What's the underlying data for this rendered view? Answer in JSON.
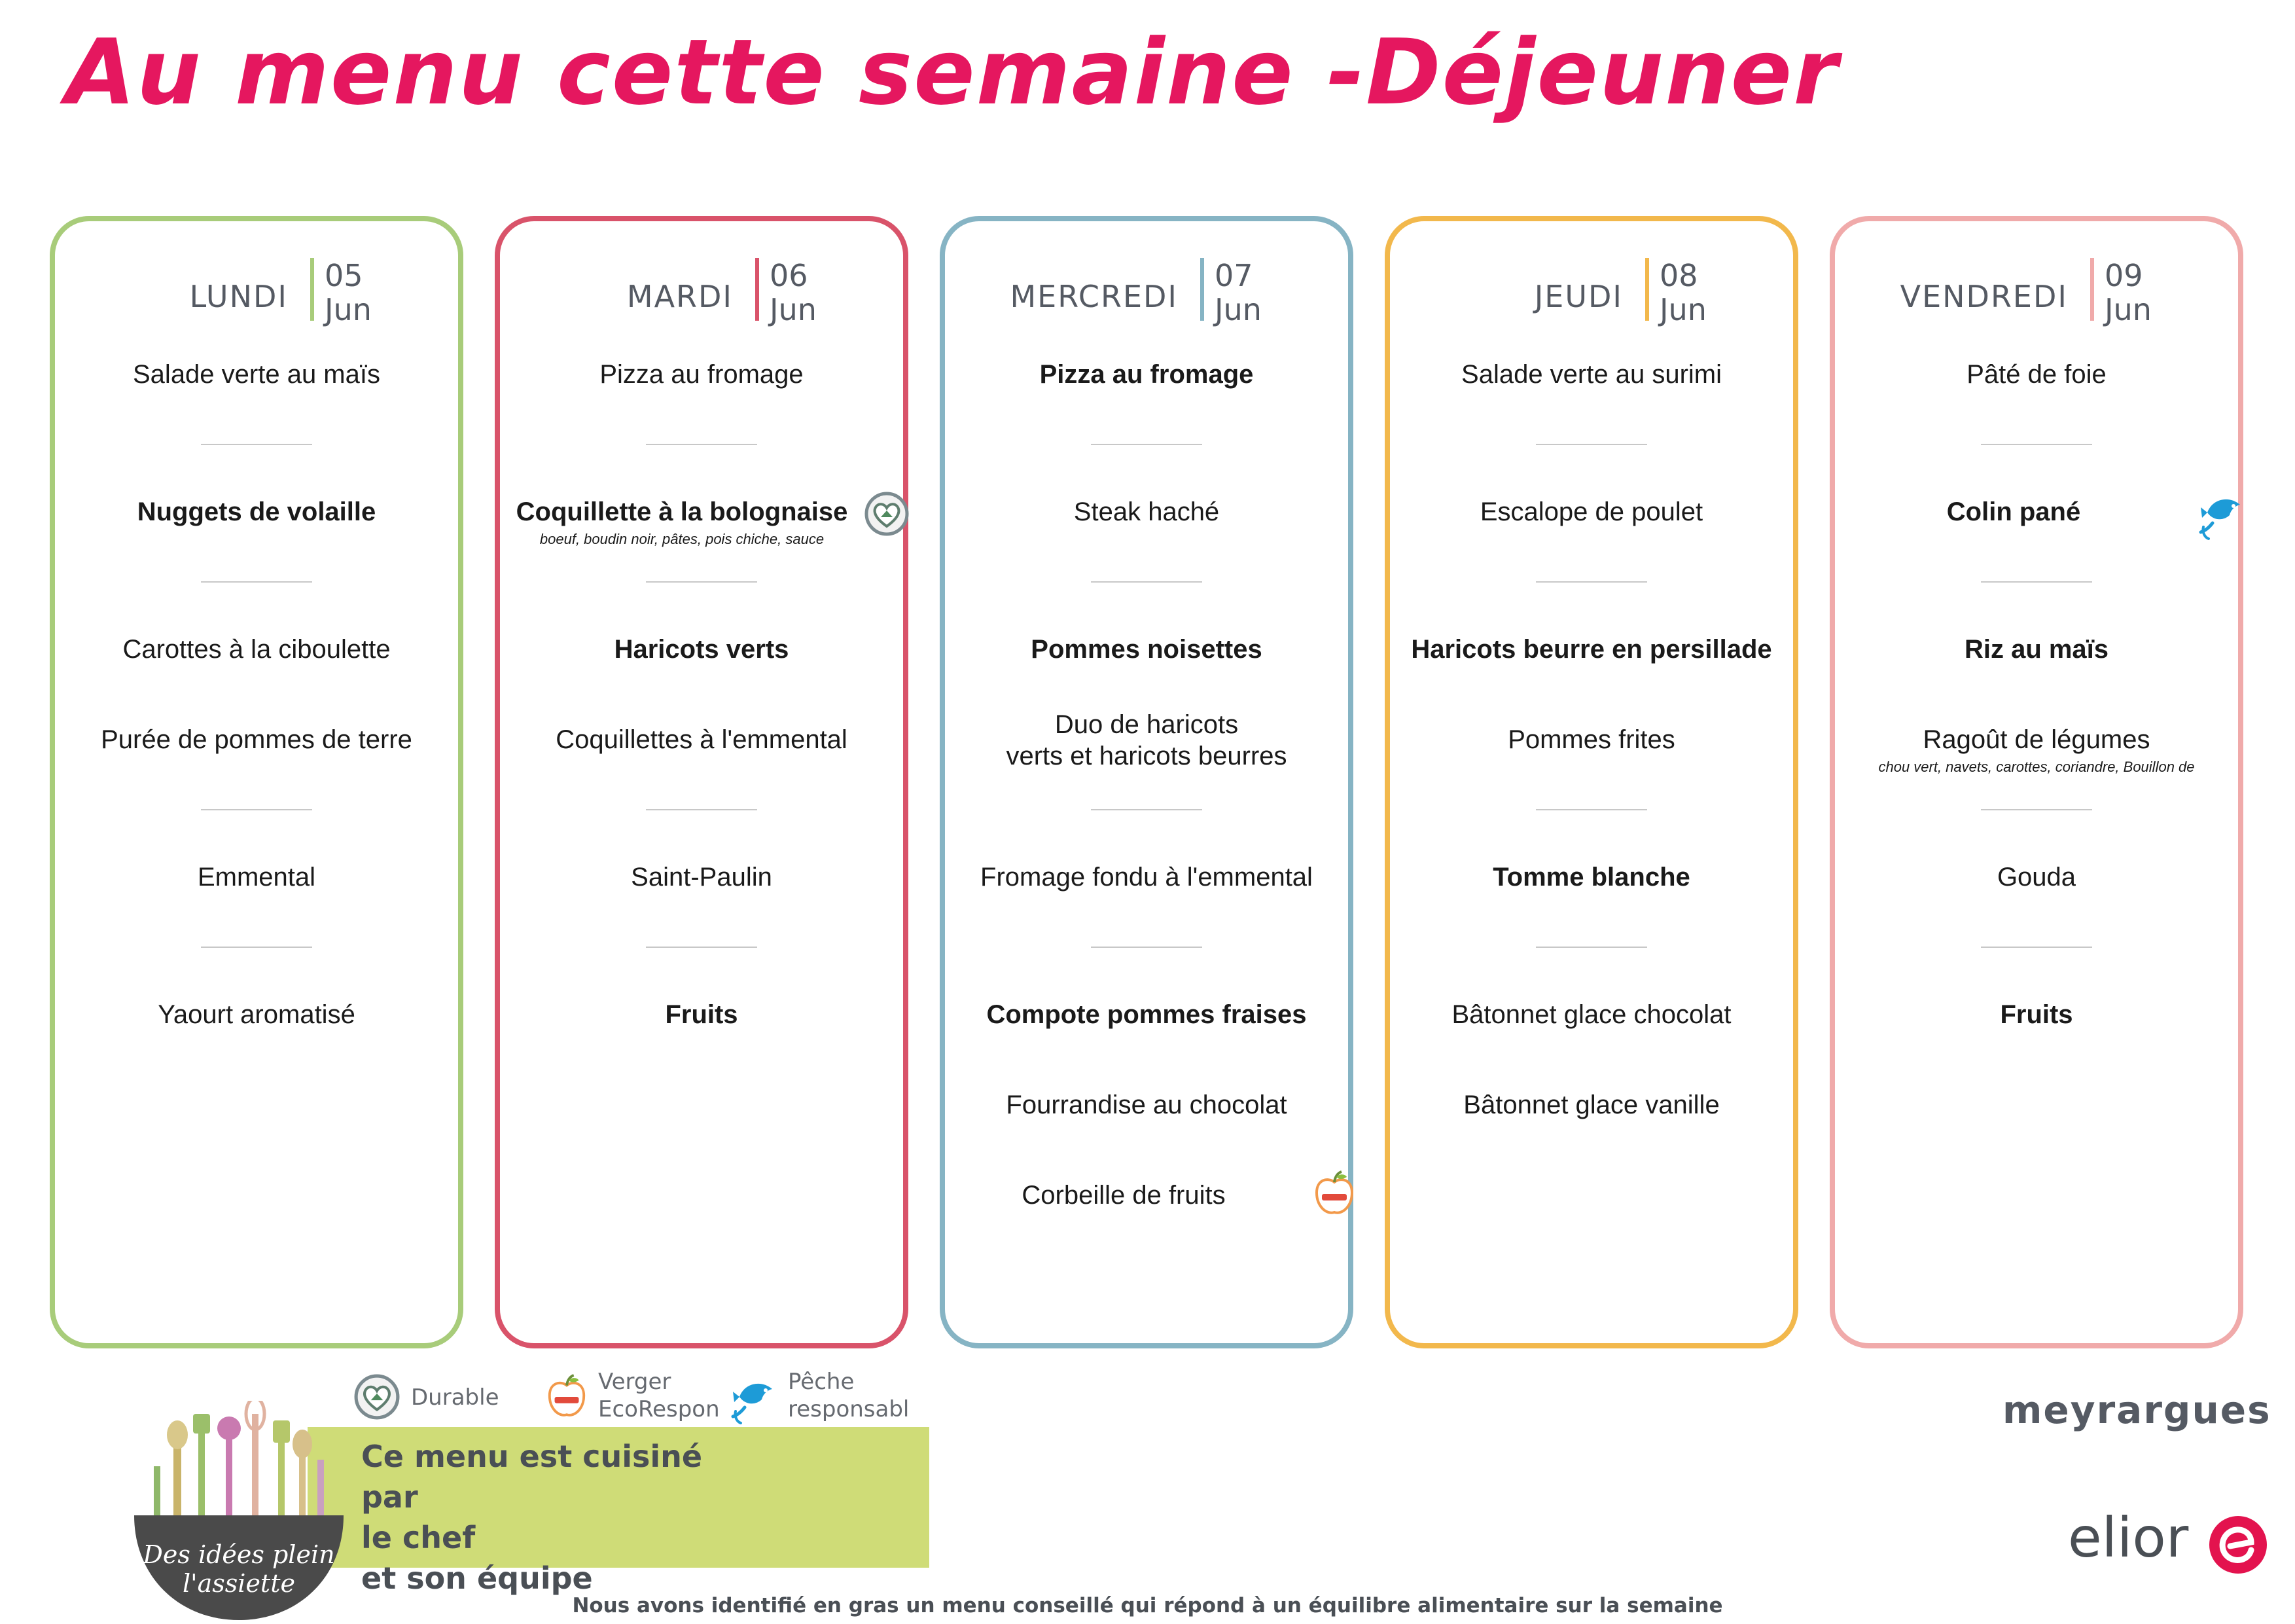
{
  "title": "Au menu cette semaine -Déjeuner",
  "days": [
    {
      "name": "LUNDI",
      "num": "05",
      "month": "Jun",
      "color": "#a8cc7a",
      "dishes": [
        {
          "text": "Salade verte au maïs",
          "bold": false
        },
        {
          "text": "Nuggets de volaille",
          "bold": true
        },
        {
          "text": "Carottes à la ciboulette",
          "bold": false
        },
        {
          "text": "Purée de pommes de terre",
          "bold": false
        },
        {
          "text": "Emmental",
          "bold": false
        },
        {
          "text": "Yaourt aromatisé",
          "bold": false
        }
      ]
    },
    {
      "name": "MARDI",
      "num": "06",
      "month": "Jun",
      "color": "#d9536a",
      "dishes": [
        {
          "text": "Pizza au fromage",
          "bold": false
        },
        {
          "text": "Coquillette à la bolognaise",
          "bold": true,
          "note": "boeuf, boudin noir, pâtes, pois chiche, sauce"
        },
        {
          "text": "Haricots verts",
          "bold": true
        },
        {
          "text": "Coquillettes à l'emmental",
          "bold": false
        },
        {
          "text": "Saint-Paulin",
          "bold": false
        },
        {
          "text": "Fruits",
          "bold": true
        }
      ]
    },
    {
      "name": "MERCREDI",
      "num": "07",
      "month": "Jun",
      "color": "#86b4c4",
      "dishes": [
        {
          "text": "Pizza au fromage",
          "bold": true
        },
        {
          "text": "Steak haché",
          "bold": false
        },
        {
          "text": "Pommes noisettes",
          "bold": true
        },
        {
          "text": "Duo de haricots",
          "text2": "verts et haricots beurres",
          "bold": false
        },
        {
          "text": "Fromage fondu à l'emmental",
          "bold": false
        },
        {
          "text": "Compote pommes fraises",
          "bold": true
        },
        {
          "text": "Fourrandise au chocolat",
          "bold": false
        },
        {
          "text": "Corbeille de fruits",
          "bold": false
        }
      ]
    },
    {
      "name": "JEUDI",
      "num": "08",
      "month": "Jun",
      "color": "#f2b84c",
      "dishes": [
        {
          "text": "Salade verte au surimi",
          "bold": false
        },
        {
          "text": "Escalope de poulet",
          "bold": false
        },
        {
          "text": "Haricots beurre en persillade",
          "bold": true
        },
        {
          "text": "Pommes frites",
          "bold": false
        },
        {
          "text": "Tomme blanche",
          "bold": true
        },
        {
          "text": "Bâtonnet glace chocolat",
          "bold": false
        },
        {
          "text": "Bâtonnet glace vanille",
          "bold": false
        }
      ]
    },
    {
      "name": "VENDREDI",
      "num": "09",
      "month": "Jun",
      "color": "#f0aaaa",
      "dishes": [
        {
          "text": "Pâté de foie",
          "bold": false
        },
        {
          "text": "Colin pané",
          "bold": true
        },
        {
          "text": "Riz au maïs",
          "bold": true
        },
        {
          "text": "Ragoût de légumes",
          "bold": false,
          "note": "chou vert, navets, carottes, coriandre, Bouillon de"
        },
        {
          "text": "Gouda",
          "bold": false
        },
        {
          "text": "Fruits",
          "bold": true
        }
      ]
    }
  ],
  "badges": {
    "durable_icon": "durable-heart-icon",
    "verger_icon": "verger-apple-icon",
    "peche_icon": "fish-icon"
  },
  "legend": {
    "durable": "Durable",
    "verger_l1": "Verger",
    "verger_l2": "EcoRespon",
    "peche_l1": "Pêche",
    "peche_l2": "responsabl"
  },
  "chef": {
    "line1": "Ce menu est cuisiné par",
    "line2": "le chef",
    "line3": "et son équipe"
  },
  "logo_text": {
    "line1": "Des idées plein",
    "line2": "l'assiette"
  },
  "town": "meyrargues",
  "brand": "elior",
  "footer": "Nous avons identifié en gras un menu conseillé qui répond à un équilibre alimentaire sur la semaine",
  "colors": {
    "title": "#e5175f",
    "chef_box": "#cfdc77",
    "brand_red": "#e3134e"
  }
}
